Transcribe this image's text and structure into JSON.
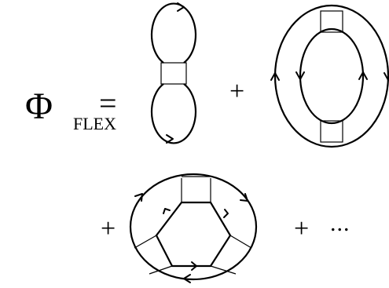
{
  "equation": {
    "lhs_symbol": "Φ",
    "lhs_subscript": "FLEX",
    "equals": "=",
    "plus": "+",
    "ellipsis": "..."
  },
  "diagrams": [
    {
      "name": "two-loop diagram",
      "boxes": 1,
      "rings": 0
    },
    {
      "name": "two-box ring diagram",
      "boxes": 2,
      "rings": 2
    },
    {
      "name": "three-box ring diagram",
      "boxes": 3,
      "rings": 2
    }
  ],
  "colors": {
    "ink": "#000000",
    "background": "#ffffff"
  }
}
